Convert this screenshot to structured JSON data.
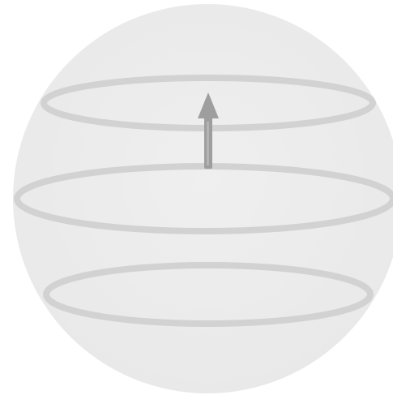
{
  "diagram": {
    "icon": "sphere-with-latitude-rings-and-up-arrow-icon",
    "rings": [
      {
        "name": "upper-ring"
      },
      {
        "name": "equator-ring"
      },
      {
        "name": "lower-ring"
      }
    ],
    "arrow": {
      "direction": "up"
    },
    "colors": {
      "sphere_fill": "#ececec",
      "ring_stroke": "#d2d2d2",
      "arrow_fill": "#9e9e9e",
      "background": "#ffffff"
    }
  }
}
